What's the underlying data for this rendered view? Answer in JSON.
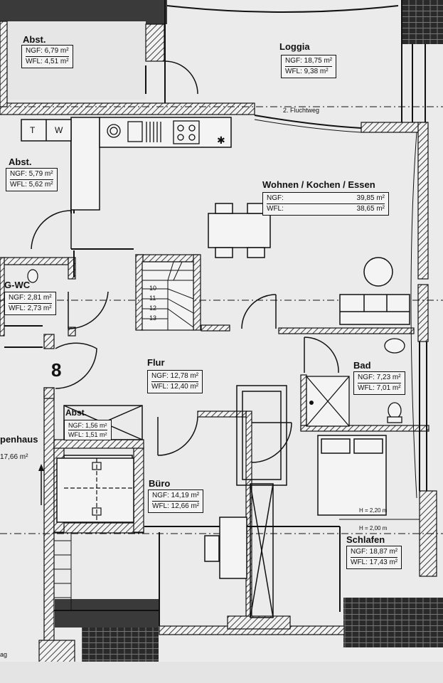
{
  "rooms": [
    {
      "id": "abst-top",
      "name": "Abst.",
      "ngf": "NGF: 6,79 m²",
      "wfl": "WFL: 4,51 m²"
    },
    {
      "id": "loggia",
      "name": "Loggia",
      "ngf": "NGF: 18,75 m²",
      "wfl": "WFL:  9,38 m²"
    },
    {
      "id": "abst-left",
      "name": "Abst.",
      "ngf": "NGF: 5,79 m²",
      "wfl": "WFL: 5,62 m²"
    },
    {
      "id": "wohnen",
      "name": "Wohnen / Kochen / Essen",
      "ngf": "NGF:",
      "ngf_value": "39,85 m²",
      "wfl": "WFL:",
      "wfl_value": "38,65 m²"
    },
    {
      "id": "gwc",
      "name": "G-WC",
      "ngf": "NGF: 2,81 m²",
      "wfl": "WFL: 2,73 m²"
    },
    {
      "id": "flur",
      "name": "Flur",
      "ngf": "NGF: 12,78 m²",
      "wfl": "WFL: 12,40 m²"
    },
    {
      "id": "bad",
      "name": "Bad",
      "ngf": "NGF: 7,23 m²",
      "wfl": "WFL: 7,01 m²"
    },
    {
      "id": "abst-small",
      "name": "Abst.",
      "ngf": "NGF: 1,56 m²",
      "wfl": "WFL: 1,51 m²"
    },
    {
      "id": "buero",
      "name": "Büro",
      "ngf": "NGF: 14,19 m²",
      "wfl": "WFL: 12,66 m²"
    },
    {
      "id": "schlafen",
      "name": "Schlafen",
      "ngf": "NGF: 18,87 m²",
      "wfl": "WFL: 17,43 m²"
    }
  ],
  "labels": {
    "fluchtweg": "2. Fluchtweg",
    "unit_number": "8",
    "treppenhaus_name": "penhaus",
    "treppenhaus_area": "17,66 m²",
    "height_220": "H = 2,20 m",
    "height_200": "H = 2,00 m",
    "washer": "T",
    "dryer": "W",
    "bottom_fragment": "ag"
  },
  "stair_numbers": [
    "10",
    "11",
    "12",
    "13"
  ],
  "colors": {
    "wall": "#111111",
    "paper": "#ebebeb",
    "roof": "#2a2a2a"
  }
}
